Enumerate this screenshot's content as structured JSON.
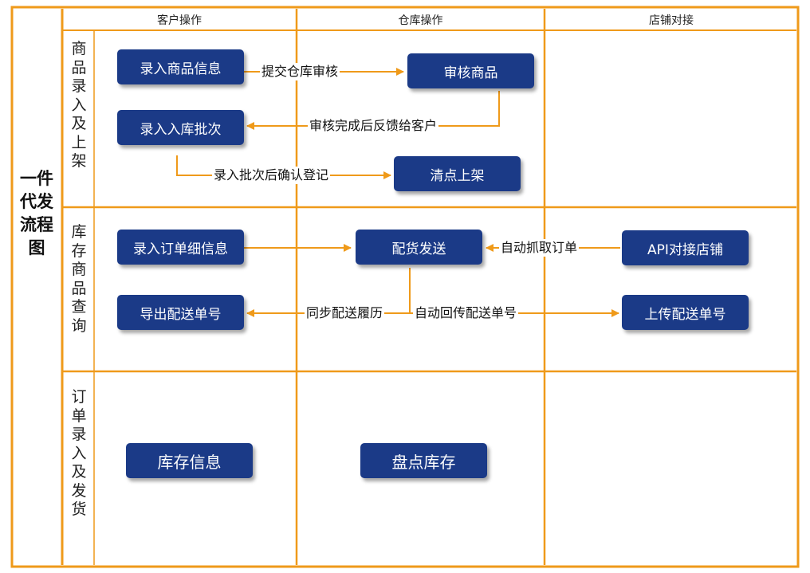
{
  "title": "一件代发流程图",
  "columns": [
    "客户操作",
    "仓库操作",
    "店铺对接"
  ],
  "rows": [
    "商品录入及上架",
    "库存商品查询",
    "订单录入及发货"
  ],
  "boxes": {
    "enter_product_info": "录入商品信息",
    "review_product": "审核商品",
    "enter_batch": "录入入库批次",
    "count_and_shelve": "清点上架",
    "enter_order_detail": "录入订单细信息",
    "distribute_ship": "配货发送",
    "api_store": "API对接店铺",
    "export_tracking": "导出配送单号",
    "upload_tracking": "上传配送单号",
    "inventory_info": "库存信息",
    "stocktake": "盘点库存"
  },
  "edge_labels": {
    "submit_review": "提交仓库审核",
    "review_feedback": "审核完成后反馈给客户",
    "confirm_register": "录入批次后确认登记",
    "auto_fetch": "自动抓取订单",
    "sync_history": "同步配送履历",
    "auto_return": "自动回传配送单号"
  },
  "colors": {
    "border": "#ef9a1a",
    "box_fill": "#1b3a87",
    "box_text": "#ffffff"
  }
}
